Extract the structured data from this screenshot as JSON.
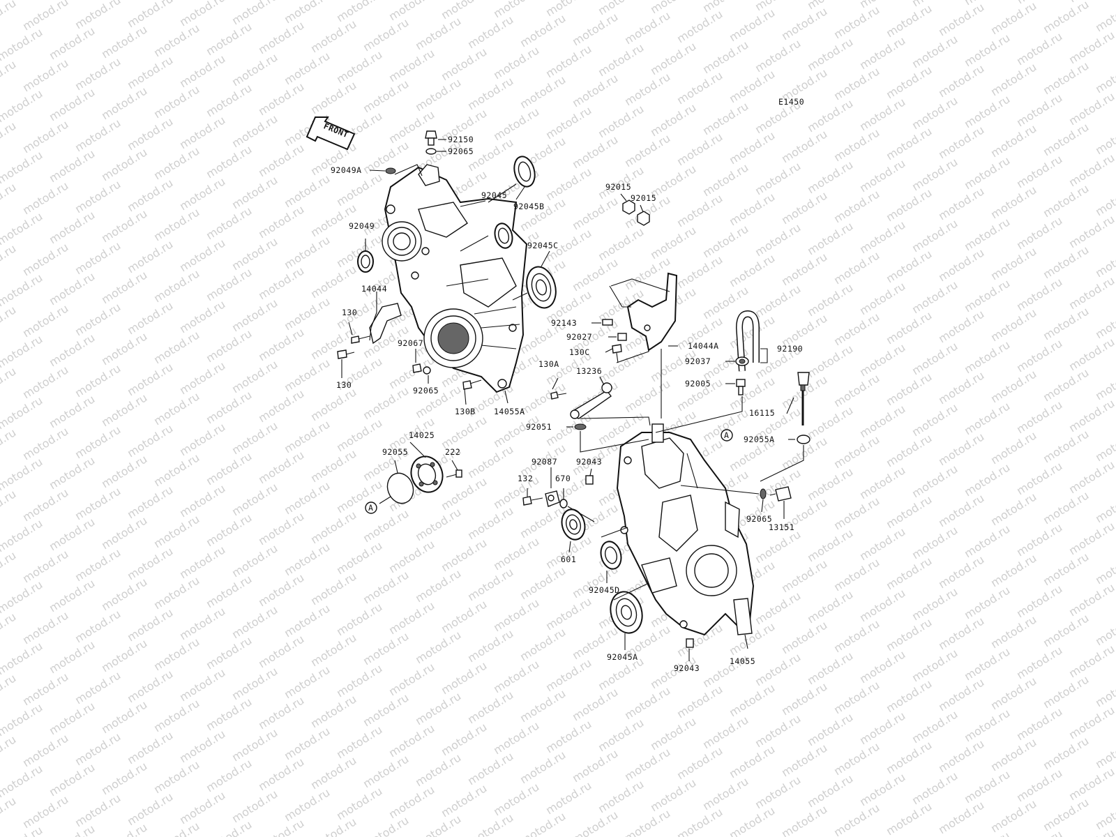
{
  "diagram": {
    "code": "E1450",
    "front_label": "FRONT",
    "watermark": "motod.ru",
    "callout_a": "A",
    "parts": [
      {
        "id": "p-92150",
        "label": "92150"
      },
      {
        "id": "p-92065-top",
        "label": "92065"
      },
      {
        "id": "p-92049A",
        "label": "92049A"
      },
      {
        "id": "p-92045",
        "label": "92045"
      },
      {
        "id": "p-92045B",
        "label": "92045B"
      },
      {
        "id": "p-92049",
        "label": "92049"
      },
      {
        "id": "p-92045C",
        "label": "92045C"
      },
      {
        "id": "p-14044",
        "label": "14044"
      },
      {
        "id": "p-130-a",
        "label": "130"
      },
      {
        "id": "p-130-b",
        "label": "130"
      },
      {
        "id": "p-92067",
        "label": "92067"
      },
      {
        "id": "p-92065-mid",
        "label": "92065"
      },
      {
        "id": "p-130B",
        "label": "130B"
      },
      {
        "id": "p-14055A",
        "label": "14055A"
      },
      {
        "id": "p-92015-a",
        "label": "92015"
      },
      {
        "id": "p-92015-b",
        "label": "92015"
      },
      {
        "id": "p-92143",
        "label": "92143"
      },
      {
        "id": "p-92027",
        "label": "92027"
      },
      {
        "id": "p-130C",
        "label": "130C"
      },
      {
        "id": "p-14044A",
        "label": "14044A"
      },
      {
        "id": "p-92190",
        "label": "92190"
      },
      {
        "id": "p-92037",
        "label": "92037"
      },
      {
        "id": "p-130A",
        "label": "130A"
      },
      {
        "id": "p-13236",
        "label": "13236"
      },
      {
        "id": "p-92005",
        "label": "92005"
      },
      {
        "id": "p-16115",
        "label": "16115"
      },
      {
        "id": "p-92051",
        "label": "92051"
      },
      {
        "id": "p-92055A",
        "label": "92055A"
      },
      {
        "id": "p-14025",
        "label": "14025"
      },
      {
        "id": "p-92055",
        "label": "92055"
      },
      {
        "id": "p-222",
        "label": "222"
      },
      {
        "id": "p-92087",
        "label": "92087"
      },
      {
        "id": "p-92043-a",
        "label": "92043"
      },
      {
        "id": "p-132",
        "label": "132"
      },
      {
        "id": "p-670",
        "label": "670"
      },
      {
        "id": "p-92065-right",
        "label": "92065"
      },
      {
        "id": "p-13151",
        "label": "13151"
      },
      {
        "id": "p-601",
        "label": "601"
      },
      {
        "id": "p-92045D",
        "label": "92045D"
      },
      {
        "id": "p-92045A",
        "label": "92045A"
      },
      {
        "id": "p-92043-b",
        "label": "92043"
      },
      {
        "id": "p-14055",
        "label": "14055"
      }
    ]
  }
}
